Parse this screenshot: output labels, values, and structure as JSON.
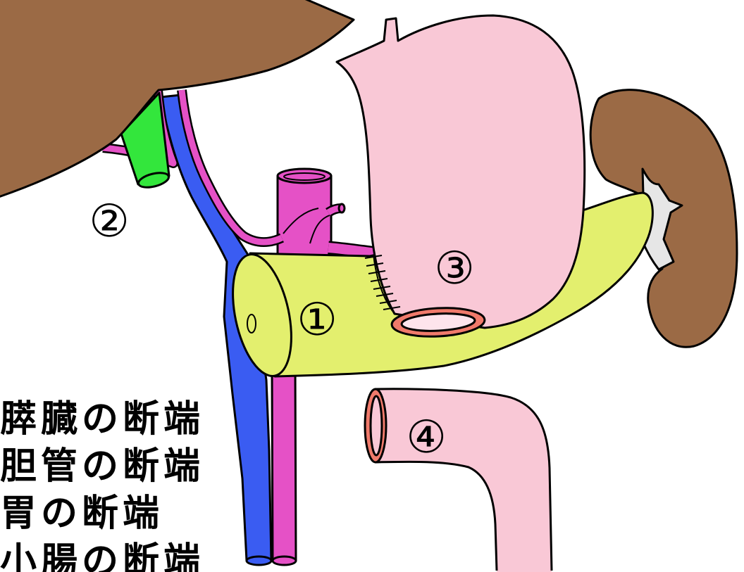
{
  "labels": {
    "pancreas_stump": "①",
    "bile_duct_stump": "②",
    "stomach_stump": "③",
    "small_intestine_stump": "④"
  },
  "legend": [
    "膵臓の断端",
    "胆管の断端",
    "胃の断端",
    "小腸の断端"
  ],
  "colors": {
    "liver": "#9B6A45",
    "spleen": "#9B6A45",
    "bile_duct": "#33E63C",
    "portal_vein": "#3A5CF2",
    "artery": "#E551C6",
    "pancreas": "#E3EF6E",
    "stomach": "#F9C8D6",
    "small_intestine": "#F9C8D6",
    "stump_ring": "#F07A6B",
    "stump_lumen": "#FDE4EC",
    "hilum": "#E6E6E6"
  }
}
